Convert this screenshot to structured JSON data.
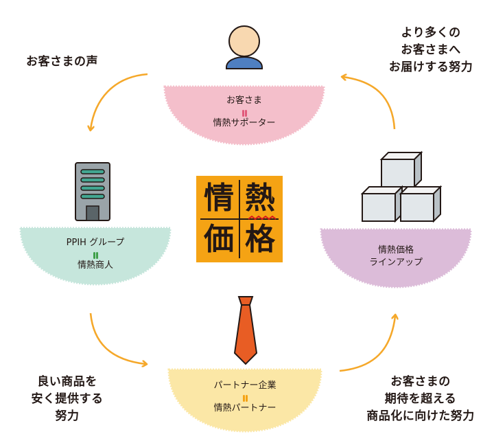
{
  "center_logo": {
    "chars": [
      "情",
      "熱",
      "価",
      "格"
    ],
    "color": "#f5a314"
  },
  "nodes": {
    "customer": {
      "line1": "お客さま",
      "line2": "情熱サポーター",
      "color": "#f4bfcb",
      "icon": "person-icon"
    },
    "group": {
      "line1": "PPIH グループ",
      "line2": "情熱商人",
      "color": "#c6e6dc",
      "icon": "building-icon"
    },
    "lineup": {
      "line1": "情熱価格",
      "line2": "ラインアップ",
      "color": "#dcbcd9",
      "icon": "boxes-icon"
    },
    "partner": {
      "line1": "パートナー企業",
      "line2": "情熱パートナー",
      "color": "#fbe7a6",
      "icon": "necktie-icon"
    }
  },
  "captions": {
    "voice": "お客さまの声",
    "deliver": [
      "より多くの",
      "お客さまへ",
      "お届けする努力"
    ],
    "products": [
      "良い商品を",
      "安く提供する",
      "努力"
    ],
    "commercialize": [
      "お客さまの",
      "期待を超える",
      "商品化に向けた努力"
    ]
  },
  "arrow_color": "#f5a82a"
}
